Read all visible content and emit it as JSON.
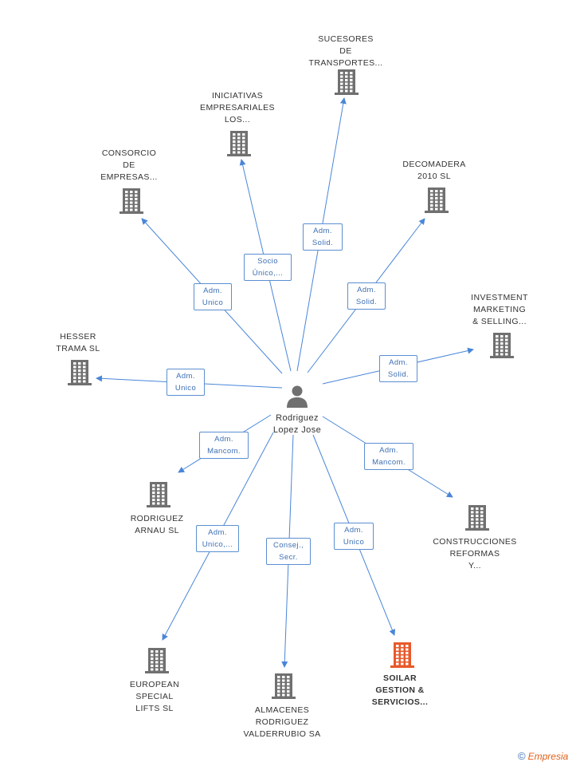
{
  "center": {
    "label": "Rodriguez\nLopez Jose"
  },
  "colors": {
    "edge": "#4a86d8",
    "building": "#707070",
    "highlight": "#e8592b"
  },
  "nodes": [
    {
      "id": "sucesores",
      "label": "SUCESORES\nDE\nTRANSPORTES..."
    },
    {
      "id": "iniciativas",
      "label": "INICIATIVAS\nEMPRESARIALES\nLOS..."
    },
    {
      "id": "consorcio",
      "label": "CONSORCIO\nDE\nEMPRESAS..."
    },
    {
      "id": "decomadera",
      "label": "DECOMADERA\n2010 SL"
    },
    {
      "id": "investment",
      "label": "INVESTMENT\nMARKETING\n& SELLING..."
    },
    {
      "id": "hesser",
      "label": "HESSER\nTRAMA SL"
    },
    {
      "id": "rodriguez_arnau",
      "label": "RODRIGUEZ\nARNAU SL"
    },
    {
      "id": "construcciones",
      "label": "CONSTRUCCIONES\nREFORMAS\nY..."
    },
    {
      "id": "european",
      "label": "EUROPEAN\nSPECIAL\nLIFTS SL"
    },
    {
      "id": "almacenes",
      "label": "ALMACENES\nRODRIGUEZ\nVALDERRUBIO SA"
    },
    {
      "id": "soilar",
      "label": "SOILAR\nGESTION &\nSERVICIOS...",
      "highlight": true
    }
  ],
  "edges": [
    {
      "to": "sucesores",
      "label": "Adm.\nSolid."
    },
    {
      "to": "iniciativas",
      "label": "Socio\nÚnico,..."
    },
    {
      "to": "consorcio",
      "label": "Adm.\nUnico"
    },
    {
      "to": "decomadera",
      "label": "Adm.\nSolid."
    },
    {
      "to": "investment",
      "label": "Adm.\nSolid."
    },
    {
      "to": "hesser",
      "label": "Adm.\nUnico"
    },
    {
      "to": "rodriguez_arnau",
      "label": "Adm.\nMancom."
    },
    {
      "to": "construcciones",
      "label": "Adm.\nMancom."
    },
    {
      "to": "european",
      "label": "Adm.\nUnico,..."
    },
    {
      "to": "almacenes",
      "label": "Consej.,\nSecr."
    },
    {
      "to": "soilar",
      "label": "Adm.\nUnico"
    }
  ],
  "brand": {
    "symbol": "©",
    "name": "Empresia"
  }
}
